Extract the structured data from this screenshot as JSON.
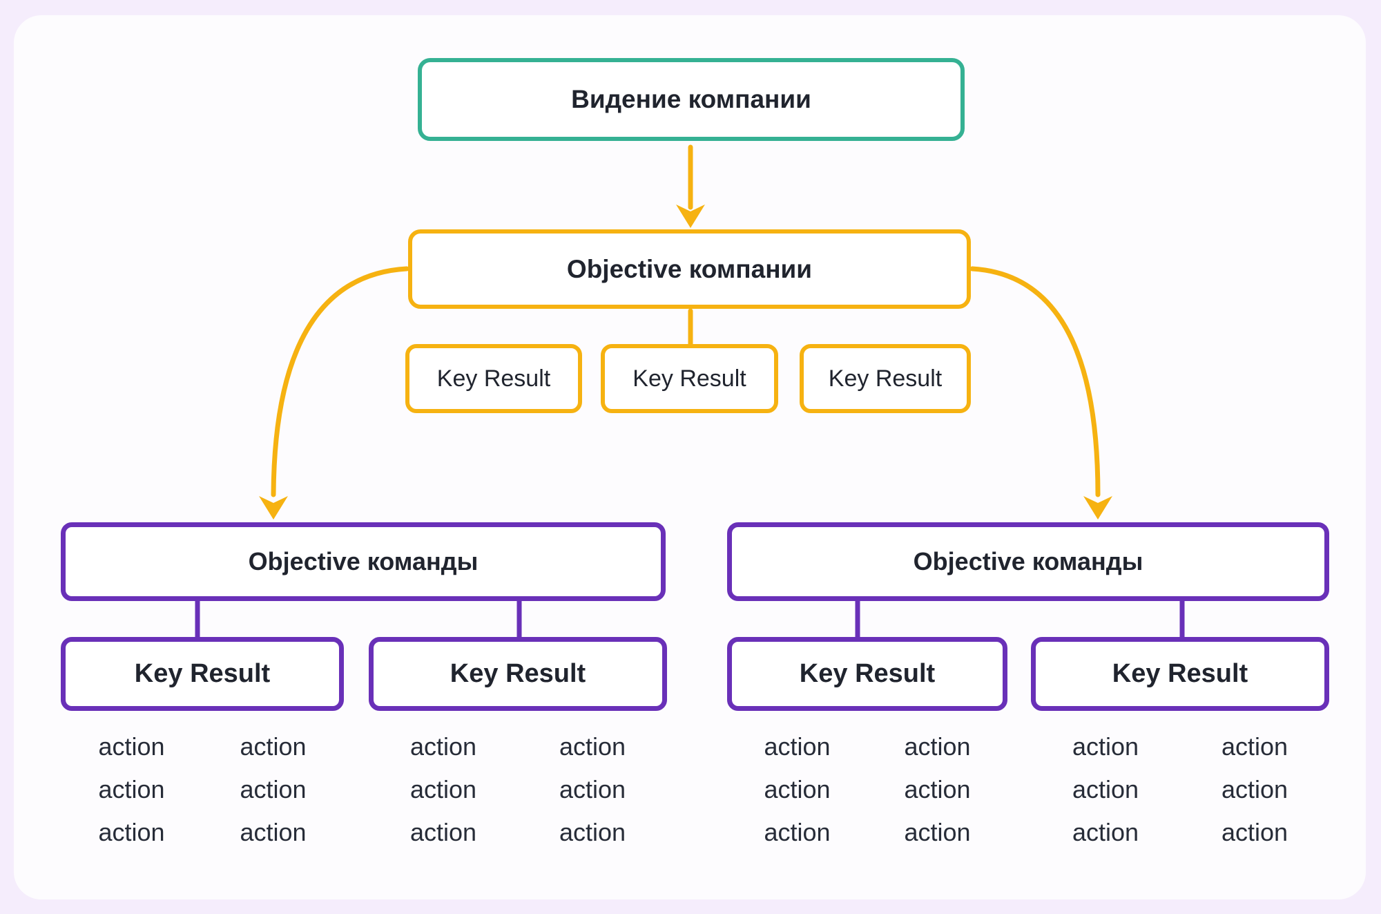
{
  "page": {
    "background_color": "#f5edfc",
    "card_background_color": "#fdfcfe"
  },
  "colors": {
    "vision_border": "#35b193",
    "company_border": "#f6b211",
    "team_border": "#6930b8",
    "arrow": "#f6b211",
    "text": "#20242e"
  },
  "vision": {
    "label": "Видение компании"
  },
  "company": {
    "objective_label": "Objective компании",
    "key_results": [
      "Key Result",
      "Key Result",
      "Key Result"
    ]
  },
  "teams": [
    {
      "objective_label": "Objective команды",
      "key_results": [
        {
          "label": "Key Result",
          "actions": [
            "action",
            "action",
            "action",
            "action",
            "action",
            "action"
          ]
        },
        {
          "label": "Key Result",
          "actions": [
            "action",
            "action",
            "action",
            "action",
            "action",
            "action"
          ]
        }
      ]
    },
    {
      "objective_label": "Objective команды",
      "key_results": [
        {
          "label": "Key Result",
          "actions": [
            "action",
            "action",
            "action",
            "action",
            "action",
            "action"
          ]
        },
        {
          "label": "Key Result",
          "actions": [
            "action",
            "action",
            "action",
            "action",
            "action",
            "action"
          ]
        }
      ]
    }
  ]
}
